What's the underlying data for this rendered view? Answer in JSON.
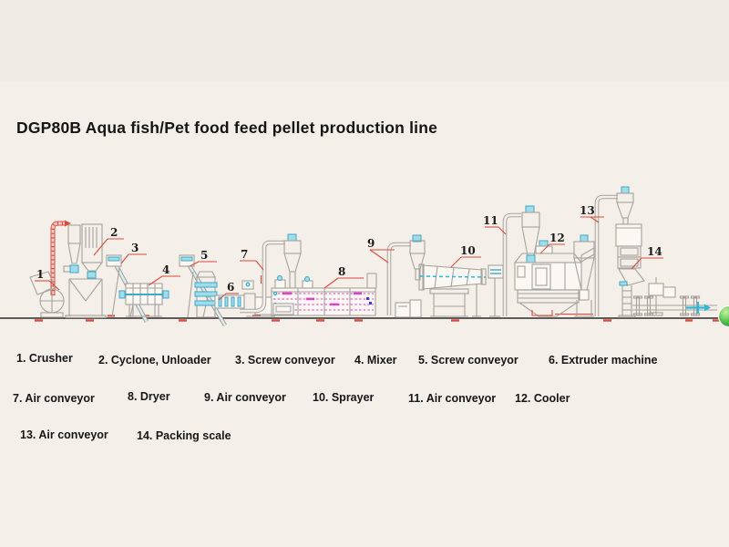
{
  "title": "DGP80B Aqua fish/Pet food feed pellet production line",
  "diagram": {
    "machine_numbers": [
      "1",
      "2",
      "3",
      "4",
      "5",
      "6",
      "7",
      "8",
      "9",
      "10",
      "11",
      "12",
      "13",
      "14"
    ]
  },
  "legend": {
    "row1": [
      "1. Crusher",
      "2. Cyclone, Unloader",
      "3. Screw conveyor",
      "4. Mixer",
      "5. Screw conveyor",
      "6. Extruder machine"
    ],
    "row2": [
      "7. Air conveyor",
      "8. Dryer",
      "9. Air conveyor",
      "10. Sprayer",
      "11. Air conveyor",
      "12. Cooler"
    ],
    "row3": [
      "13. Air conveyor",
      "14. Packing scale"
    ]
  },
  "icons": {
    "floating_ball": "green-ball"
  },
  "colors": {
    "background": "#f5efe9",
    "line_art": "#a6a29c",
    "cyan_accent": "#3fa8c6",
    "red_accent": "#db4a3c",
    "magenta_dryer": "#e23cc8",
    "green_ball": "#3aa93a",
    "baseline": "#2b2b2b",
    "text": "#161616"
  }
}
